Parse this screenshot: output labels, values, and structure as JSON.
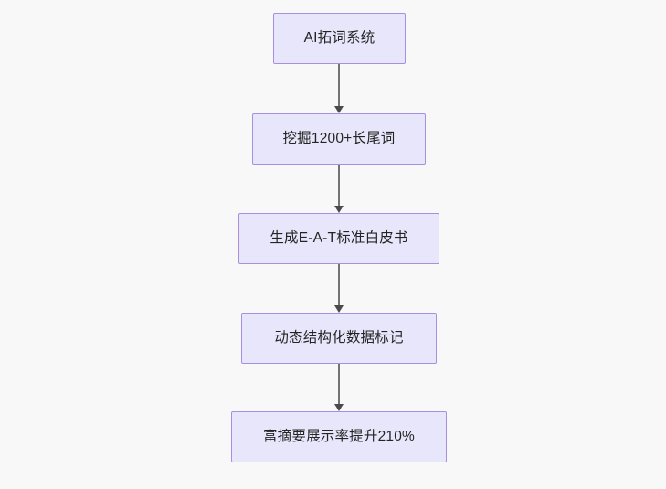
{
  "diagram": {
    "type": "flowchart",
    "orientation": "top-to-bottom",
    "background_color": "#f8f8f8",
    "node_fill_color": "#e8e6fb",
    "node_border_color": "#a98fdf",
    "node_text_color": "#242424",
    "connector_color": "#737373",
    "nodes": [
      {
        "id": "node-1",
        "label": "AI拓词系统"
      },
      {
        "id": "node-2",
        "label": "挖掘1200+长尾词"
      },
      {
        "id": "node-3",
        "label": "生成E-A-T标准白皮书"
      },
      {
        "id": "node-4",
        "label": "动态结构化数据标记"
      },
      {
        "id": "node-5",
        "label": "富摘要展示率提升210%"
      }
    ],
    "connectors": [
      {
        "id": "connector-1",
        "from": "node-1",
        "to": "node-2"
      },
      {
        "id": "connector-2",
        "from": "node-2",
        "to": "node-3"
      },
      {
        "id": "connector-3",
        "from": "node-3",
        "to": "node-4"
      },
      {
        "id": "connector-4",
        "from": "node-4",
        "to": "node-5"
      }
    ]
  }
}
